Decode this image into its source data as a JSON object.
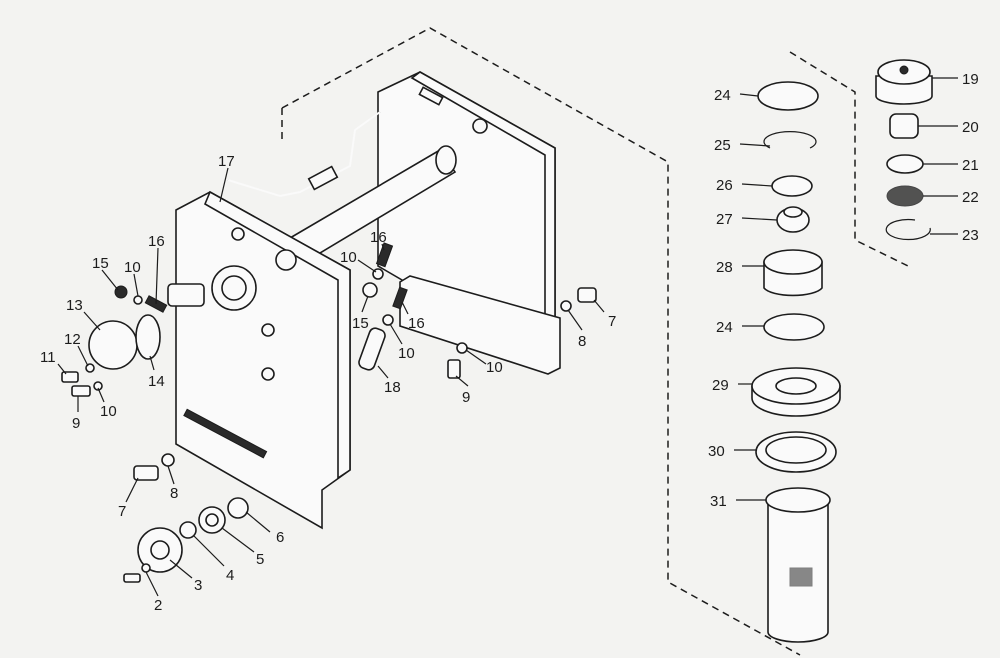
{
  "colors": {
    "ink": "#1c1c1c",
    "paper": "#f3f3f1"
  },
  "callouts": [
    {
      "id": "c1",
      "text": "17"
    },
    {
      "id": "c2",
      "text": "16"
    },
    {
      "id": "c3",
      "text": "15"
    },
    {
      "id": "c4",
      "text": "10"
    },
    {
      "id": "c5",
      "text": "13"
    },
    {
      "id": "c6",
      "text": "12"
    },
    {
      "id": "c7",
      "text": "11"
    },
    {
      "id": "c8",
      "text": "10"
    },
    {
      "id": "c9",
      "text": "9"
    },
    {
      "id": "c10",
      "text": "14"
    },
    {
      "id": "c11",
      "text": "7"
    },
    {
      "id": "c12",
      "text": "8"
    },
    {
      "id": "c13",
      "text": "6"
    },
    {
      "id": "c14",
      "text": "5"
    },
    {
      "id": "c15",
      "text": "4"
    },
    {
      "id": "c16",
      "text": "3"
    },
    {
      "id": "c17",
      "text": "2"
    },
    {
      "id": "c18",
      "text": "16"
    },
    {
      "id": "c19",
      "text": "10"
    },
    {
      "id": "c20",
      "text": "15"
    },
    {
      "id": "c21",
      "text": "16"
    },
    {
      "id": "c22",
      "text": "10"
    },
    {
      "id": "c23",
      "text": "18"
    },
    {
      "id": "c24",
      "text": "10"
    },
    {
      "id": "c25",
      "text": "9"
    },
    {
      "id": "c26",
      "text": "7"
    },
    {
      "id": "c27",
      "text": "8"
    },
    {
      "id": "c28",
      "text": "24"
    },
    {
      "id": "c29",
      "text": "25"
    },
    {
      "id": "c30",
      "text": "26"
    },
    {
      "id": "c31",
      "text": "27"
    },
    {
      "id": "c32",
      "text": "28"
    },
    {
      "id": "c33",
      "text": "24"
    },
    {
      "id": "c34",
      "text": "29"
    },
    {
      "id": "c35",
      "text": "30"
    },
    {
      "id": "c36",
      "text": "31"
    },
    {
      "id": "c37",
      "text": "19"
    },
    {
      "id": "c38",
      "text": "20"
    },
    {
      "id": "c39",
      "text": "21"
    },
    {
      "id": "c40",
      "text": "22"
    },
    {
      "id": "c41",
      "text": "23"
    }
  ]
}
